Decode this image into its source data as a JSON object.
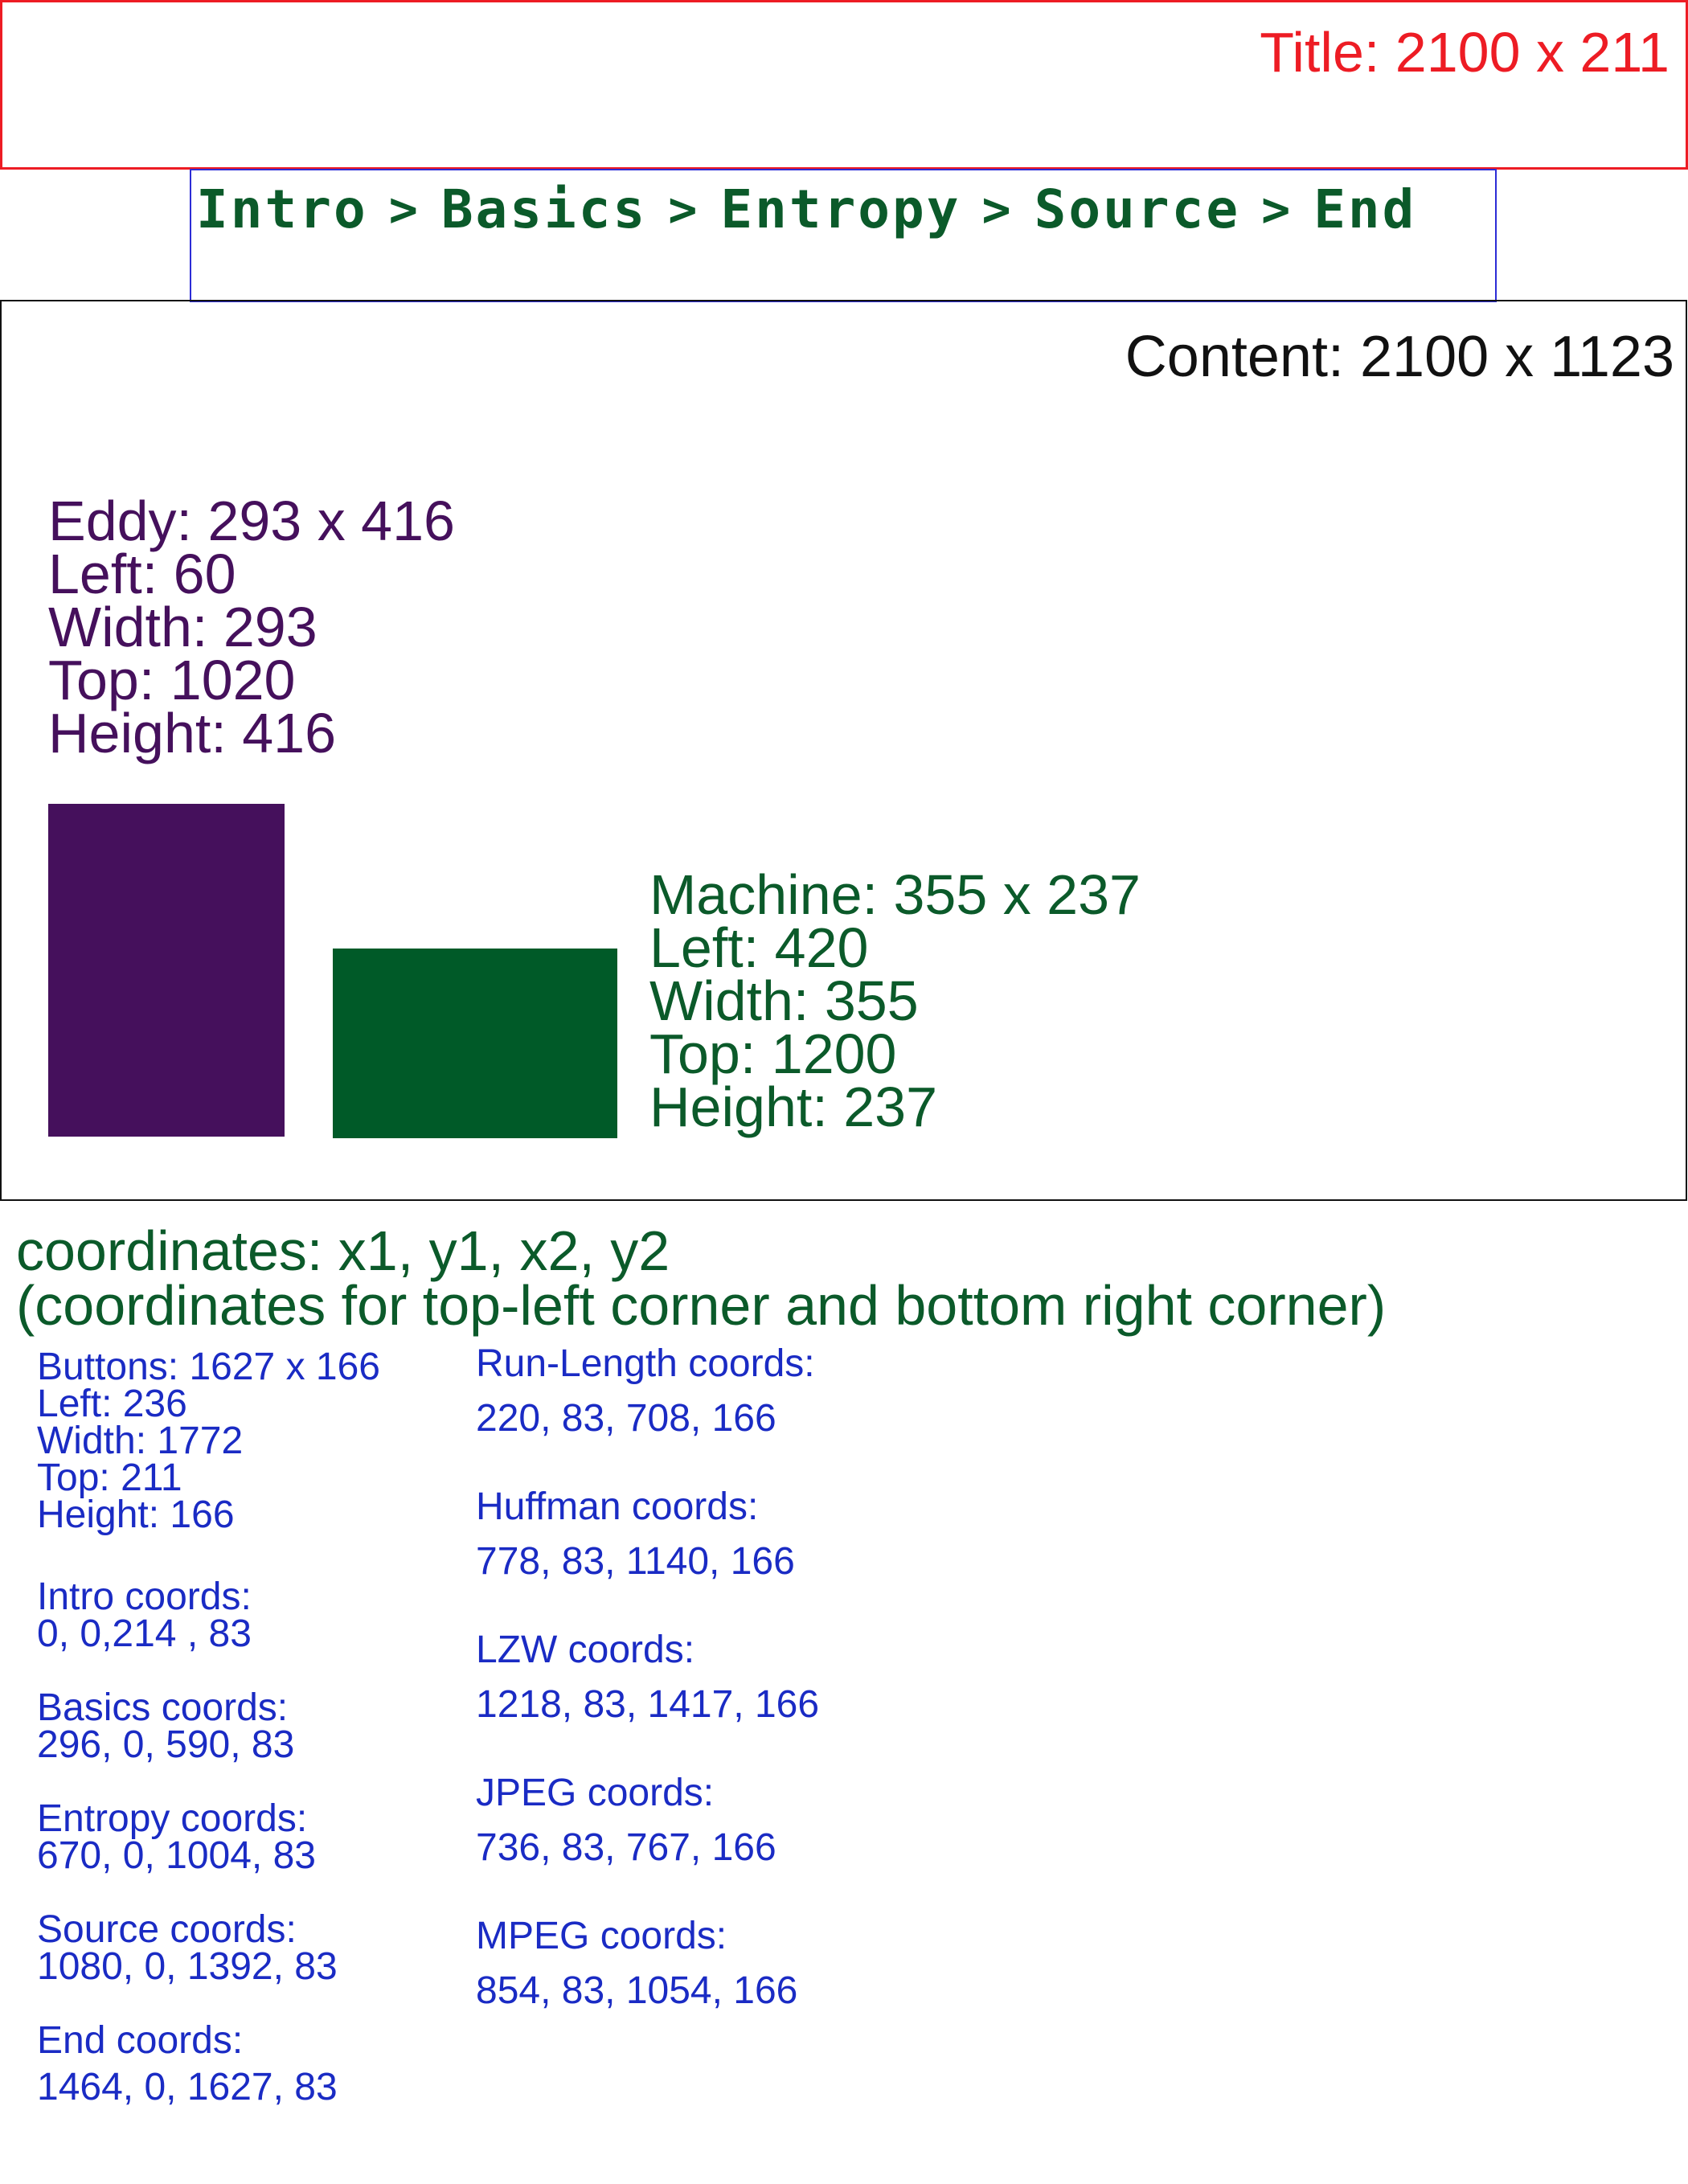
{
  "title": {
    "label": "Title: 2100 x 211",
    "color": "#ed1c24"
  },
  "nav": {
    "items": [
      "Intro",
      "Basics",
      "Entropy",
      "Source",
      "End"
    ],
    "separator": ">",
    "color": "#0b5a2a",
    "border_color": "#2c2cd6"
  },
  "content": {
    "label": "Content: 2100 x 1123",
    "eddy": {
      "lines": [
        "Eddy: 293 x 416",
        "Left: 60",
        "Width: 293",
        "Top: 1020",
        "Height: 416"
      ],
      "color": "#45105c"
    },
    "machine": {
      "lines": [
        "Machine: 355 x 237",
        "Left: 420",
        "Width: 355",
        "Top: 1200",
        "Height: 237"
      ],
      "color": "#005a28"
    }
  },
  "coords_heading": {
    "line1": "coordinates: x1, y1, x2, y2",
    "line2": "(coordinates for top-left corner and bottom right corner)"
  },
  "buttons_info": [
    "Buttons: 1627 x 166",
    "Left: 236",
    "Width: 1772",
    "Top: 211",
    "Height: 166"
  ],
  "left_coords": [
    {
      "label": "Intro coords:",
      "value": "0, 0,214 , 83"
    },
    {
      "label": "Basics coords:",
      "value": "296, 0, 590, 83"
    },
    {
      "label": "Entropy coords:",
      "value": "670, 0, 1004, 83"
    },
    {
      "label": "Source coords:",
      "value": "1080, 0, 1392, 83"
    },
    {
      "label": "End coords:",
      "value": "1464, 0, 1627, 83"
    }
  ],
  "right_coords": [
    {
      "label": "Run-Length coords:",
      "value": "220, 83, 708, 166"
    },
    {
      "label": "Huffman coords:",
      "value": "778, 83, 1140, 166"
    },
    {
      "label": "LZW coords:",
      "value": "1218, 83, 1417, 166"
    },
    {
      "label": "JPEG coords:",
      "value": "736, 83, 767, 166"
    },
    {
      "label": "MPEG coords:",
      "value": "854, 83, 1054, 166"
    }
  ],
  "annotation_color": "#1a2bc4"
}
